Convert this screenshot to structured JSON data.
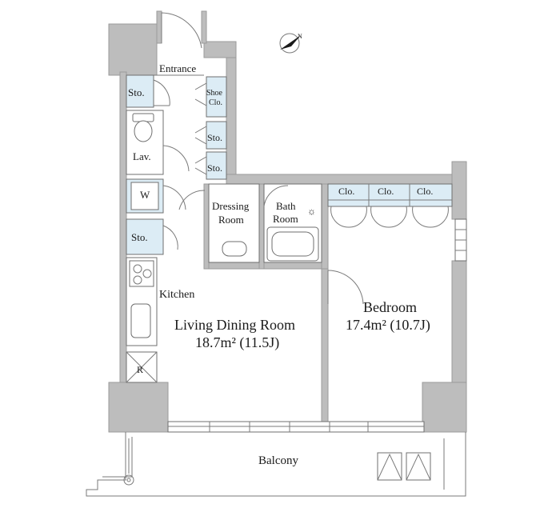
{
  "colors": {
    "wall": "#bdbdbd",
    "storage": "#dcecf5",
    "line": "#6f6f6f"
  },
  "icons": {
    "compass": "north-arrow-icon"
  },
  "labels": {
    "entrance": "Entrance",
    "sto_top": "Sto.",
    "shoe_clo_1": "Shoe",
    "shoe_clo_2": "Clo.",
    "sto_mid_1": "Sto.",
    "sto_mid_2": "Sto.",
    "lav": "Lav.",
    "w": "W",
    "sto_low": "Sto.",
    "dressing_1": "Dressing",
    "dressing_2": "Room",
    "bath_1": "Bath",
    "bath_2": "Room",
    "clo_1": "Clo.",
    "clo_2": "Clo.",
    "clo_3": "Clo.",
    "kitchen": "Kitchen",
    "ldr_name": "Living Dining Room",
    "ldr_area": "18.7m² (11.5J)",
    "bedroom_name": "Bedroom",
    "bedroom_area": "17.4m² (10.7J)",
    "refrigerator": "R",
    "balcony": "Balcony"
  }
}
